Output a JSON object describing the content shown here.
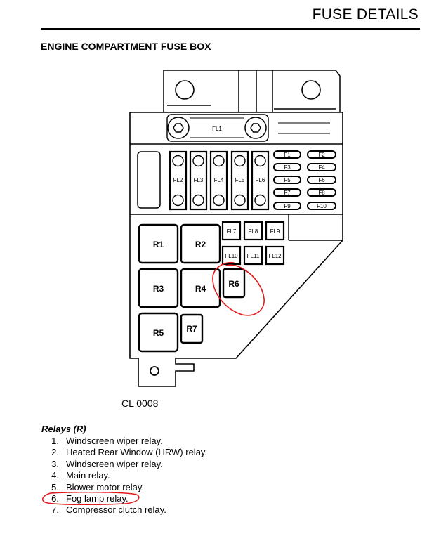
{
  "page": {
    "title": "FUSE DETAILS",
    "section_heading": "ENGINE COMPARTMENT FUSE BOX",
    "figure_code": "CL 0008"
  },
  "diagram": {
    "fusible_links": {
      "fl1": "FL1",
      "fl2": "FL2",
      "fl3": "FL3",
      "fl4": "FL4",
      "fl5": "FL5",
      "fl6": "FL6",
      "fl7": "FL7",
      "fl8": "FL8",
      "fl9": "FL9",
      "fl10": "FL10",
      "fl11": "FL11",
      "fl12": "FL12"
    },
    "fuses": {
      "f1": "F1",
      "f2": "F2",
      "f3": "F3",
      "f4": "F4",
      "f5": "F5",
      "f6": "F6",
      "f7": "F7",
      "f8": "F8",
      "f9": "F9",
      "f10": "F10"
    },
    "relays": {
      "r1": "R1",
      "r2": "R2",
      "r3": "R3",
      "r4": "R4",
      "r5": "R5",
      "r6": "R6",
      "r7": "R7"
    },
    "highlighted_relay": "R6",
    "highlight_color": "#e0191b"
  },
  "legend": {
    "heading": "Relays (R)",
    "items": [
      {
        "number": "1.",
        "label": "Windscreen wiper relay."
      },
      {
        "number": "2.",
        "label": "Heated Rear Window (HRW) relay."
      },
      {
        "number": "3.",
        "label": "Windscreen wiper relay."
      },
      {
        "number": "4.",
        "label": "Main relay."
      },
      {
        "number": "5.",
        "label": "Blower motor relay."
      },
      {
        "number": "6.",
        "label": "Fog lamp relay."
      },
      {
        "number": "7.",
        "label": "Compressor clutch relay."
      }
    ],
    "highlighted_item": "6."
  }
}
